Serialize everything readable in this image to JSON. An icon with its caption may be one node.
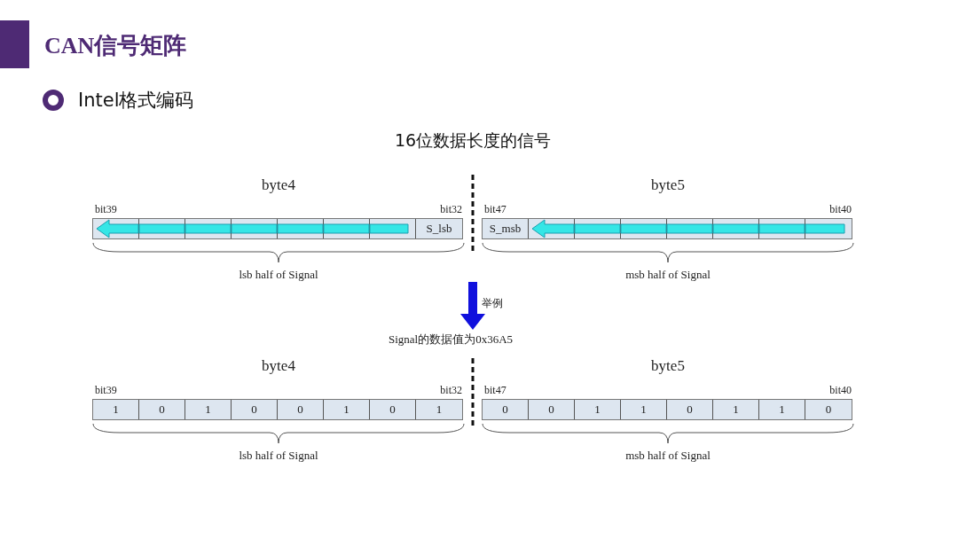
{
  "diagram": {
    "title": "CAN信号矩阵",
    "nodes": [
      {
        "text": [
          "byte4"
        ],
        "beside": [
          "bit39",
          "bit32",
          "lsb half of Signal"
        ]
      },
      {
        "text": [],
        "shape": "box",
        "in": 0
      },
      {
        "text": [],
        "shape": "box",
        "in": 0
      },
      {
        "text": [],
        "shape": "box",
        "in": 0
      },
      {
        "text": [],
        "shape": "box",
        "in": 0
      },
      {
        "text": [],
        "shape": "box",
        "in": 0
      },
      {
        "text": [],
        "shape": "box",
        "in": 0
      },
      {
        "text": [],
        "shape": "box",
        "in": 0
      },
      {
        "text": [
          "S_lsb"
        ],
        "in": 0
      },
      {
        "text": [
          "byte5"
        ],
        "beside": [
          "bit47",
          "bit40",
          "msb half of Signal"
        ]
      },
      {
        "text": [
          "S_msb"
        ],
        "in": 9
      },
      {
        "text": [],
        "shape": "box",
        "in": 9
      },
      {
        "text": [],
        "shape": "box",
        "in": 9
      },
      {
        "text": [],
        "shape": "box",
        "in": 9
      },
      {
        "text": [],
        "shape": "box",
        "in": 9
      },
      {
        "text": [],
        "shape": "box",
        "in": 9
      },
      {
        "text": [],
        "shape": "box",
        "in": 9
      },
      {
        "text": [],
        "shape": "box",
        "in": 9
      },
      {
        "text": [
          "byte4"
        ],
        "beside": [
          "bit39",
          "bit32",
          "lsb half of Signal"
        ]
      },
      {
        "text": [
          "1"
        ],
        "in": 18
      },
      {
        "text": [
          "0"
        ],
        "in": 18
      },
      {
        "text": [
          "1"
        ],
        "in": 18
      },
      {
        "text": [
          "0"
        ],
        "in": 18
      },
      {
        "text": [
          "0"
        ],
        "in": 18
      },
      {
        "text": [
          "1"
        ],
        "in": 18
      },
      {
        "text": [
          "0"
        ],
        "in": 18
      },
      {
        "text": [
          "1"
        ],
        "in": 18
      },
      {
        "text": [
          "byte5"
        ],
        "beside": [
          "bit47",
          "bit40",
          "msb half of Signal"
        ]
      },
      {
        "text": [
          "0"
        ],
        "in": 27
      },
      {
        "text": [
          "0"
        ],
        "in": 27
      },
      {
        "text": [
          "1"
        ],
        "in": 27
      },
      {
        "text": [
          "1"
        ],
        "in": 27
      },
      {
        "text": [
          "0"
        ],
        "in": 27
      },
      {
        "text": [
          "1"
        ],
        "in": 27
      },
      {
        "text": [
          "1"
        ],
        "in": 27
      },
      {
        "text": [
          "0"
        ],
        "in": 27
      }
    ],
    "labels": [
      "Intel格式编码",
      "16位数据长度的信号",
      "举例",
      "Signal的数据值为0x36A5"
    ]
  }
}
